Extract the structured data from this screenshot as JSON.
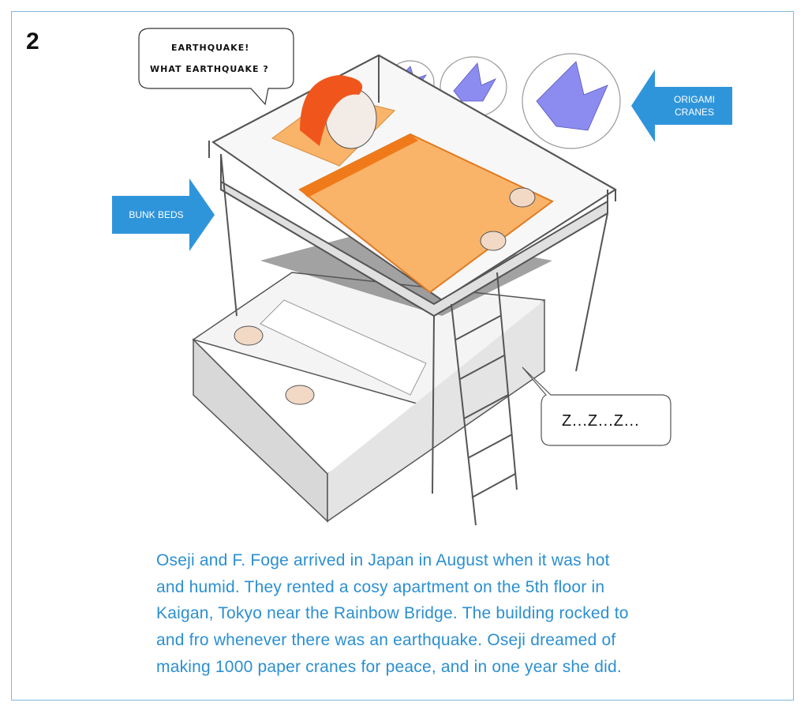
{
  "page_number": "2",
  "speech_bubble": {
    "line1": "EARTHQUAKE!",
    "line2": "WHAT EARTHQUAKE ?"
  },
  "sleep_bubble": "Z...Z...Z...",
  "labels": {
    "origami_cranes": {
      "line1": "ORIGAMI",
      "line2": "CRANES"
    },
    "bunk_beds": "BUNK BEDS"
  },
  "caption_lines": [
    "Oseji and F. Foge arrived in Japan in August when it was hot",
    "and humid. They rented a cosy apartment on the 5th floor in",
    "Kaigan, Tokyo near the Rainbow Bridge. The building rocked to",
    "and fro whenever there was an earthquake. Oseji dreamed of",
    "making 1000 paper cranes for peace, and in one year she did."
  ],
  "colors": {
    "arrow": "#2f95db",
    "caption": "#2b8fd1",
    "blanket": "#f9b46a",
    "hair": "#f0561c",
    "crane": "#8c8cf0"
  }
}
